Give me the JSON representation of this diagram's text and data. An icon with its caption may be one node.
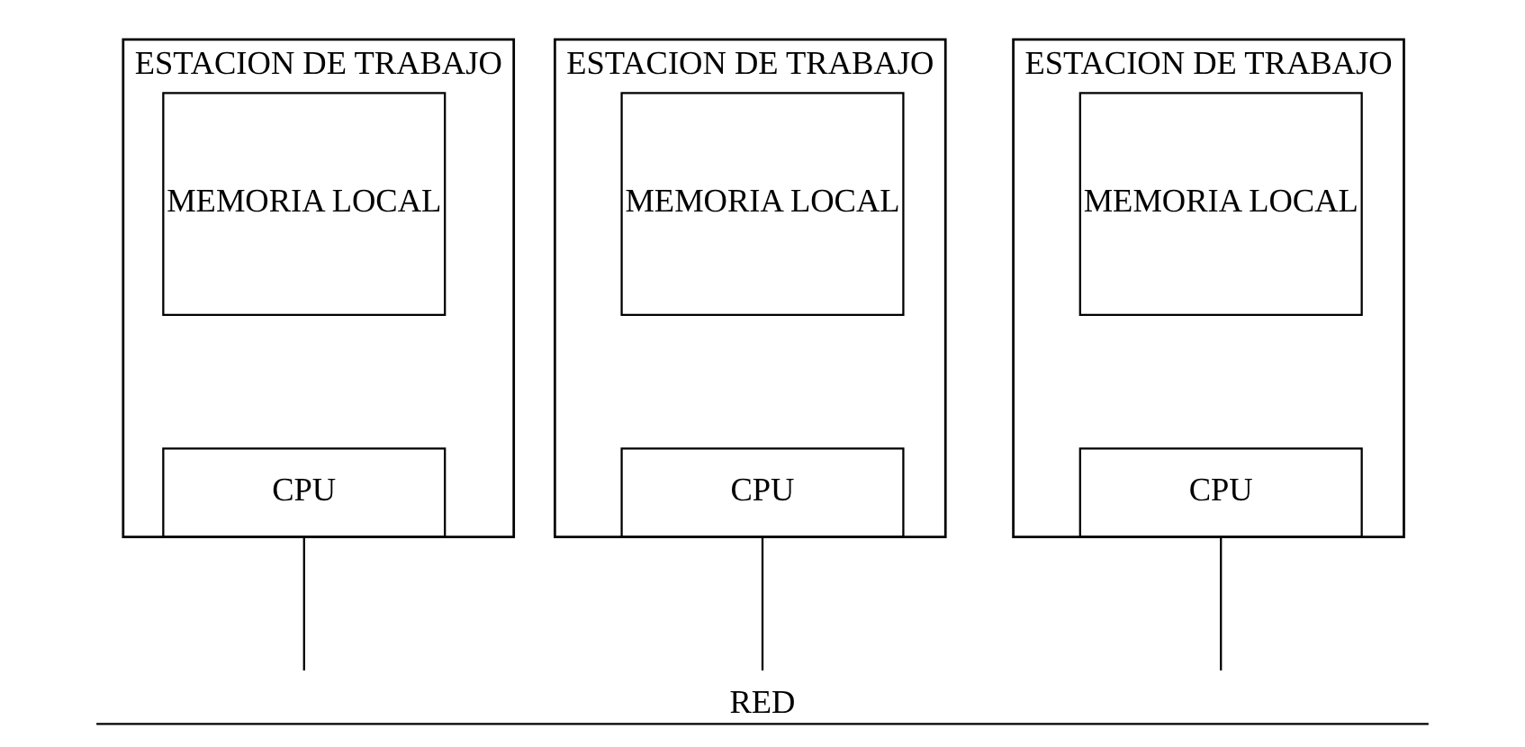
{
  "diagram": {
    "nodes": [
      {
        "text": [
          "ESTACION DE TRABAJO"
        ]
      },
      {
        "text": [
          "MEMORIA LOCAL"
        ],
        "in": 0
      },
      {
        "text": [
          "CPU"
        ],
        "in": 0
      },
      {
        "text": [
          "ESTACION DE TRABAJO"
        ]
      },
      {
        "text": [
          "MEMORIA LOCAL"
        ],
        "in": 3
      },
      {
        "text": [
          "CPU"
        ],
        "in": 3
      },
      {
        "text": [
          "ESTACION DE TRABAJO"
        ]
      },
      {
        "text": [
          "MEMORIA LOCAL"
        ],
        "in": 6
      },
      {
        "text": [
          "CPU"
        ],
        "in": 6
      },
      {
        "text": [
          "RED"
        ]
      }
    ],
    "edges": [
      {
        "from": 2,
        "to": 9,
        "arrow": "none"
      },
      {
        "from": 5,
        "to": 9,
        "arrow": "none"
      },
      {
        "from": 8,
        "to": 9,
        "arrow": "none"
      }
    ]
  }
}
